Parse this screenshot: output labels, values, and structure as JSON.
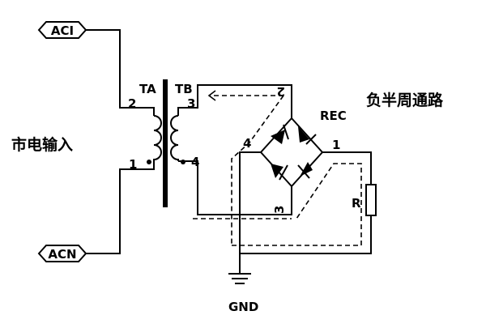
{
  "terminals": {
    "acl": "ACI",
    "acn": "ACN"
  },
  "labels": {
    "mains_input": "市电输入",
    "negative_path": "负半周通路",
    "ta": "TA",
    "tb": "TB",
    "rec": "REC",
    "r": "R",
    "gnd": "GND"
  },
  "pins": {
    "ta_pin2": "2",
    "ta_pin1": "1",
    "tb_pin3": "3",
    "tb_pin4": "4",
    "rec_pin1": "1",
    "rec_pin2": "2",
    "rec_pin3": "3",
    "rec_pin4": "4"
  }
}
